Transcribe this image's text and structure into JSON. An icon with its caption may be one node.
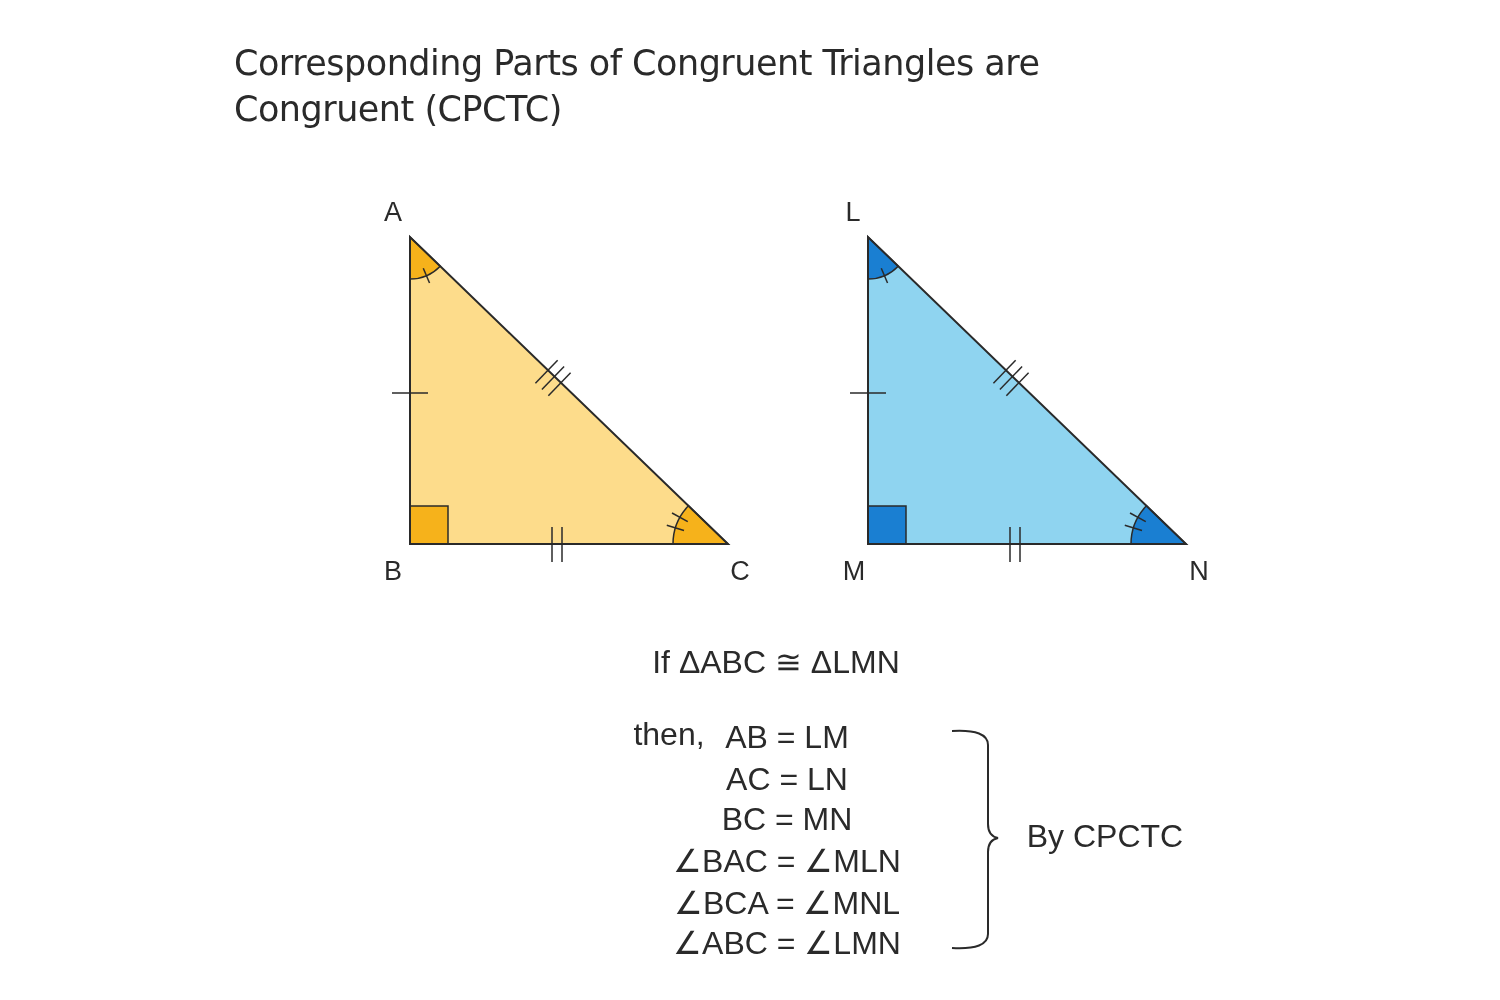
{
  "diagram": {
    "title": "Corresponding Parts of Congruent Triangles are Congruent (CPCTC)",
    "labels": [
      "A",
      "L",
      "B",
      "C",
      "M",
      "N",
      "If ΔABC ≅ ΔLMN",
      "then,",
      "AB = LM",
      "AC = LN",
      "BC = MN",
      "∠BAC = ∠MLN",
      "∠BCA = ∠MNL",
      "∠ABC = ∠LMN",
      "By CPCTC"
    ]
  }
}
